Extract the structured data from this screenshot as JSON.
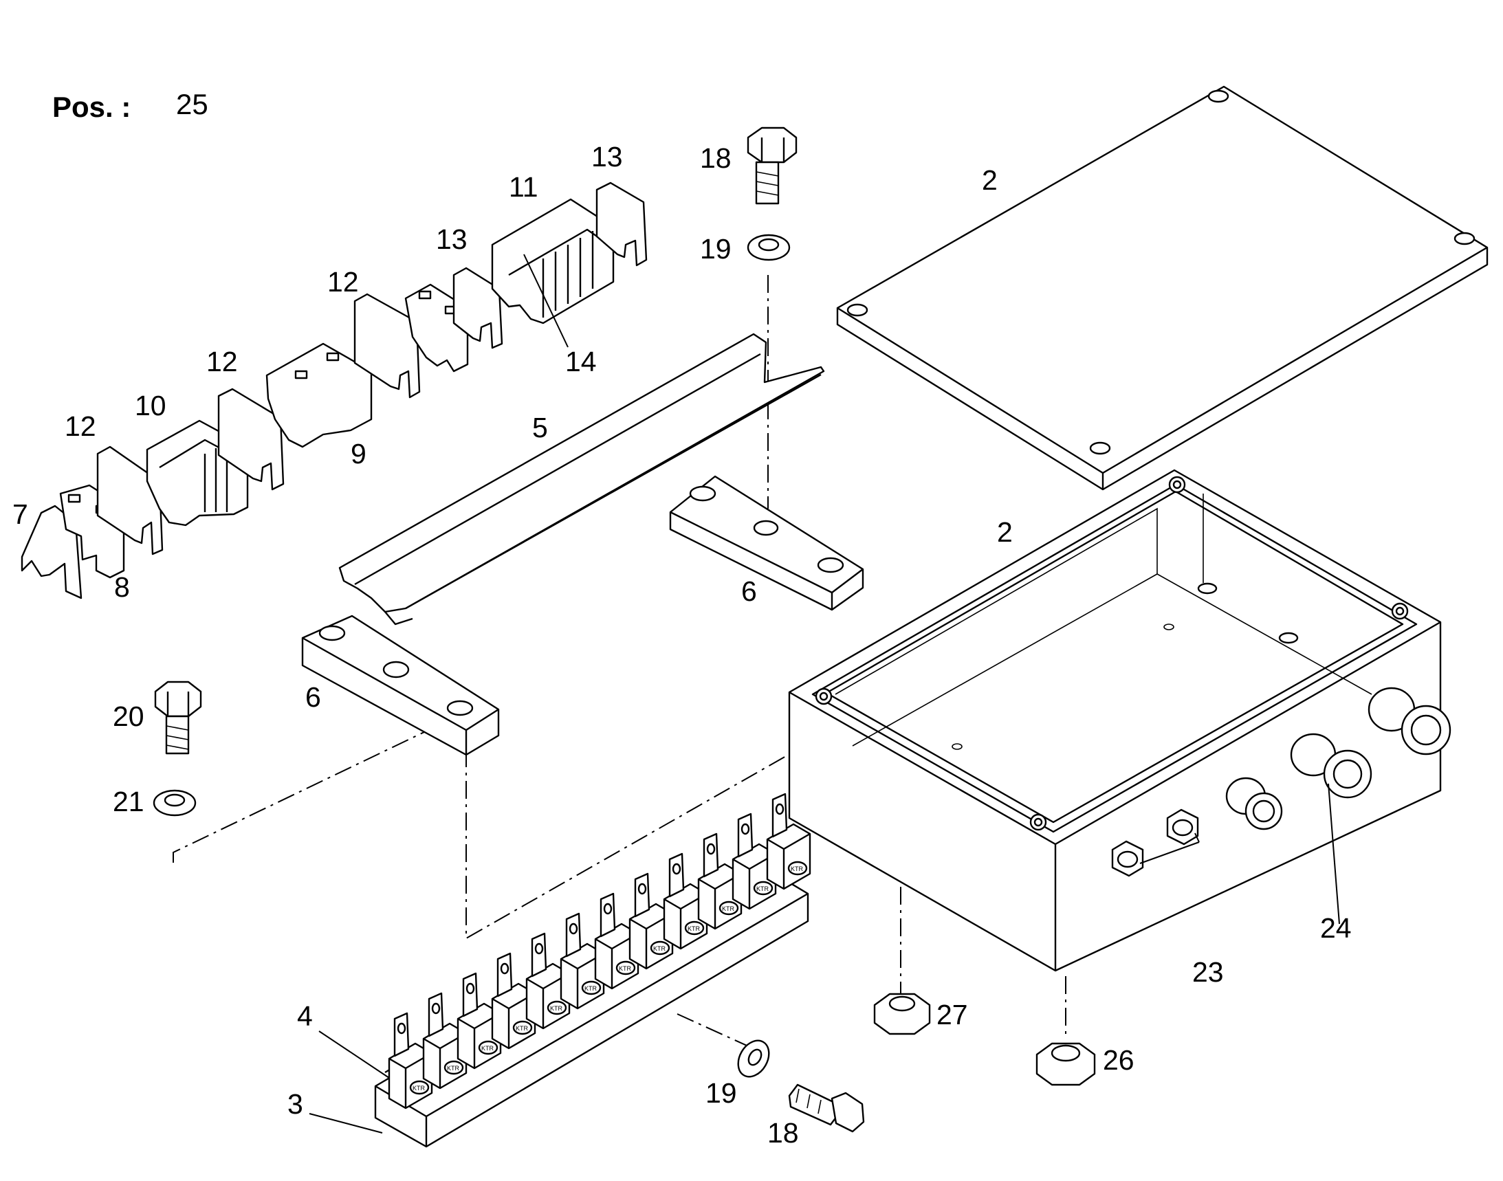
{
  "header": {
    "pos_label": "Pos. :",
    "pos_value": "25"
  },
  "callouts": {
    "c2_lid": "2",
    "c2_box": "2",
    "c3": "3",
    "c4": "4",
    "c5": "5",
    "c6_a": "6",
    "c6_b": "6",
    "c7": "7",
    "c8": "8",
    "c9": "9",
    "c10": "10",
    "c11": "11",
    "c12_a": "12",
    "c12_b": "12",
    "c12_c": "12",
    "c13_a": "13",
    "c13_b": "13",
    "c14": "14",
    "c18_a": "18",
    "c18_b": "18",
    "c19_a": "19",
    "c19_b": "19",
    "c20": "20",
    "c21": "21",
    "c23": "23",
    "c24": "24",
    "c26": "26",
    "c27": "27"
  },
  "terminal_marking": "KTR"
}
